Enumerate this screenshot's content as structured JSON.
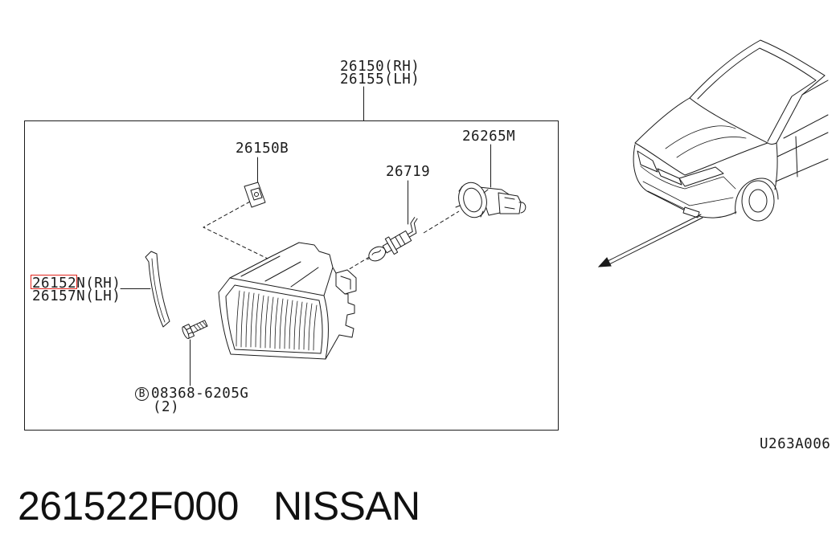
{
  "diagram": {
    "callouts": {
      "fog_lamp_assembly": {
        "rh": "26150(RH)",
        "lh": "26155(LH)"
      },
      "bracket": "26150B",
      "bulb": "26719",
      "socket": "26265M",
      "finisher": {
        "rh_highlighted": "26152",
        "rh_rest": "N(RH)",
        "lh": "26157N(LH)"
      },
      "bolt": {
        "symbol": "B",
        "part_number": "08368-6205G",
        "quantity": "(2)"
      }
    },
    "illustration_code": "U263A006"
  },
  "footer": {
    "part_number": "261522F000",
    "brand": "NISSAN"
  },
  "colors": {
    "ink": "#1b1b1b",
    "highlight": "#e3261f",
    "background": "#ffffff"
  }
}
